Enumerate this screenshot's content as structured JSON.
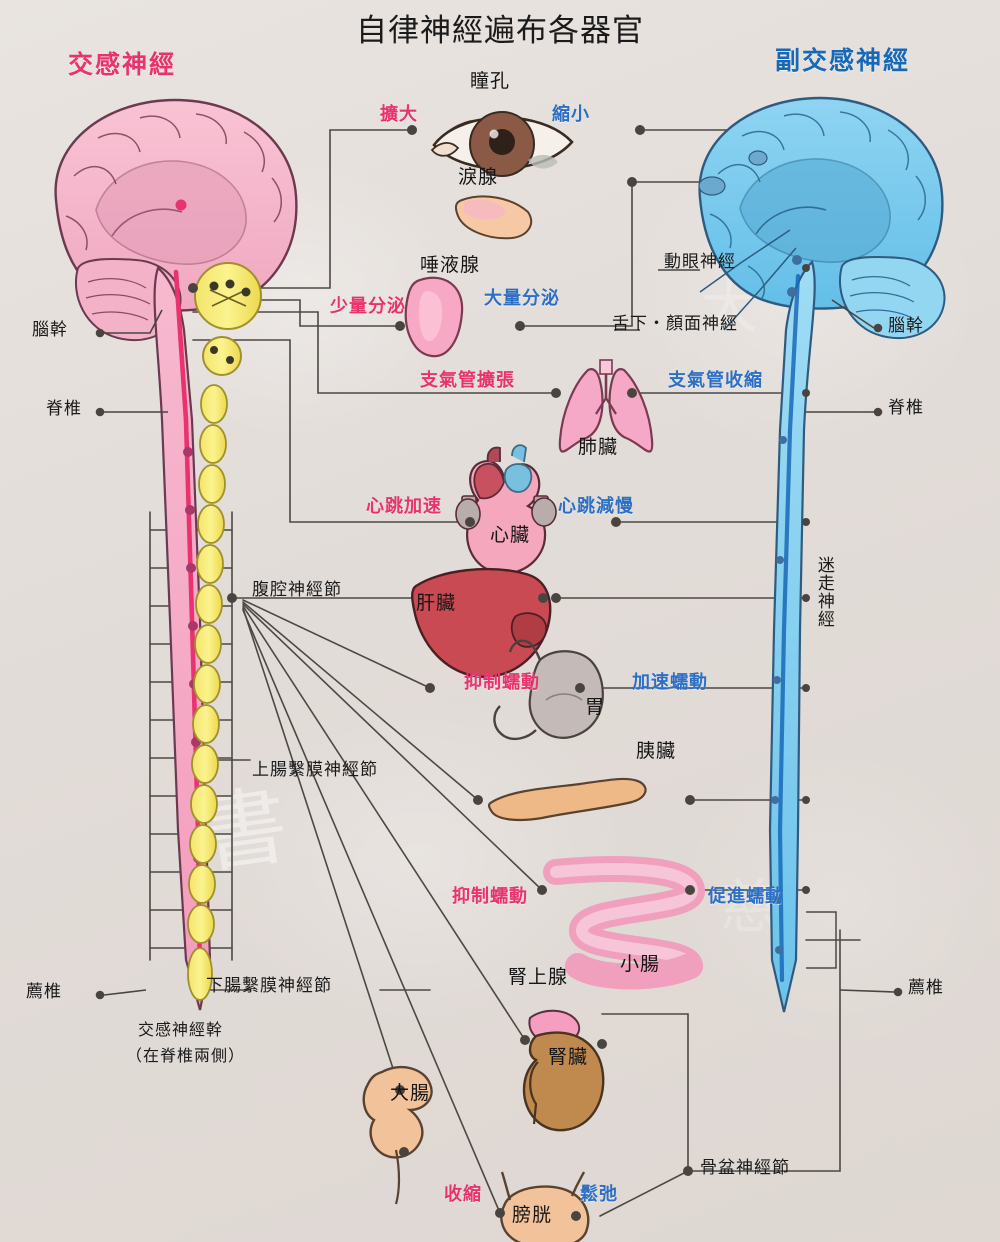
{
  "page": {
    "title": "自律神經遍布各器官",
    "background_color": "#e3ddd9",
    "sympathetic_color": "#e8336e",
    "parasympathetic_color": "#1769b8"
  },
  "columns": {
    "left_heading": "交感神經",
    "right_heading": "副交感神經"
  },
  "left_nerve_labels": {
    "brainstem": "腦幹",
    "spine": "脊椎",
    "sacrum": "薦椎",
    "trunk_line1": "交感神經幹",
    "trunk_line2": "（在脊椎兩側）",
    "celiac_ganglion": "腹腔神經節",
    "superior_mesenteric_ganglion": "上腸繫膜神經節",
    "inferior_mesenteric_ganglion": "下腸繫膜神經節"
  },
  "right_nerve_labels": {
    "oculomotor_nerve": "動眼神經",
    "hypoglossal_facial_nerve": "舌下・顏面神經",
    "brainstem": "腦幹",
    "spine": "脊椎",
    "vagus_nerve": "迷走神經",
    "sacrum": "薦椎",
    "pelvic_ganglion": "骨盆神經節"
  },
  "organs": [
    {
      "key": "pupil",
      "name": "瞳孔",
      "sympathetic": "擴大",
      "parasympathetic": "縮小"
    },
    {
      "key": "lacrimal_gland",
      "name": "淚腺",
      "sympathetic": "",
      "parasympathetic": ""
    },
    {
      "key": "salivary_gland",
      "name": "唾液腺",
      "sympathetic": "少量分泌",
      "parasympathetic": "大量分泌"
    },
    {
      "key": "lungs",
      "name": "肺臟",
      "sympathetic": "支氣管擴張",
      "parasympathetic": "支氣管收縮"
    },
    {
      "key": "heart",
      "name": "心臟",
      "sympathetic": "心跳加速",
      "parasympathetic": "心跳減慢"
    },
    {
      "key": "liver",
      "name": "肝臟",
      "sympathetic": "",
      "parasympathetic": ""
    },
    {
      "key": "stomach",
      "name": "胃",
      "sympathetic": "抑制蠕動",
      "parasympathetic": "加速蠕動"
    },
    {
      "key": "pancreas",
      "name": "胰臟",
      "sympathetic": "",
      "parasympathetic": ""
    },
    {
      "key": "small_intestine",
      "name": "小腸",
      "sympathetic": "抑制蠕動",
      "parasympathetic": "促進蠕動"
    },
    {
      "key": "adrenal_gland",
      "name": "腎上腺",
      "sympathetic": "",
      "parasympathetic": ""
    },
    {
      "key": "kidney",
      "name": "腎臟",
      "sympathetic": "",
      "parasympathetic": ""
    },
    {
      "key": "large_intestine",
      "name": "大腸",
      "sympathetic": "",
      "parasympathetic": ""
    },
    {
      "key": "bladder",
      "name": "膀胱",
      "sympathetic": "收縮",
      "parasympathetic": "鬆弛"
    }
  ]
}
